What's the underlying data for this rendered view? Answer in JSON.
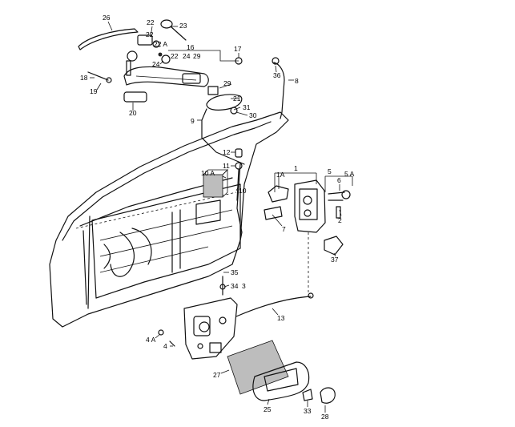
{
  "labels": {
    "p26": "26",
    "p22a": "22",
    "p22b": "22",
    "p22A": "22 A",
    "p23": "23",
    "p16": "16",
    "p24a": "24",
    "p24b": "24",
    "p29a": "29",
    "p29b": "29",
    "p17": "17",
    "p36": "36",
    "p8": "8",
    "p18": "18",
    "p19": "19",
    "p20": "20",
    "p21": "21",
    "p31": "31",
    "p30": "30",
    "p9": "9",
    "p12": "12",
    "p11": "11",
    "p10A": "10 A",
    "p10": "10",
    "p1": "1",
    "p1A": "1A",
    "p5": "5",
    "p6": "6",
    "p5A": "5 A",
    "p2": "2",
    "p7": "7",
    "p37": "37",
    "p35": "35",
    "p34": "34",
    "p3": "3",
    "p13": "13",
    "p4A": "4 A",
    "p4": "4",
    "p27": "27",
    "p25": "25",
    "p33": "33",
    "p28": "28"
  },
  "colors": {
    "ink": "#111111",
    "paper": "#ffffff",
    "shade": "#bdbdbd"
  }
}
